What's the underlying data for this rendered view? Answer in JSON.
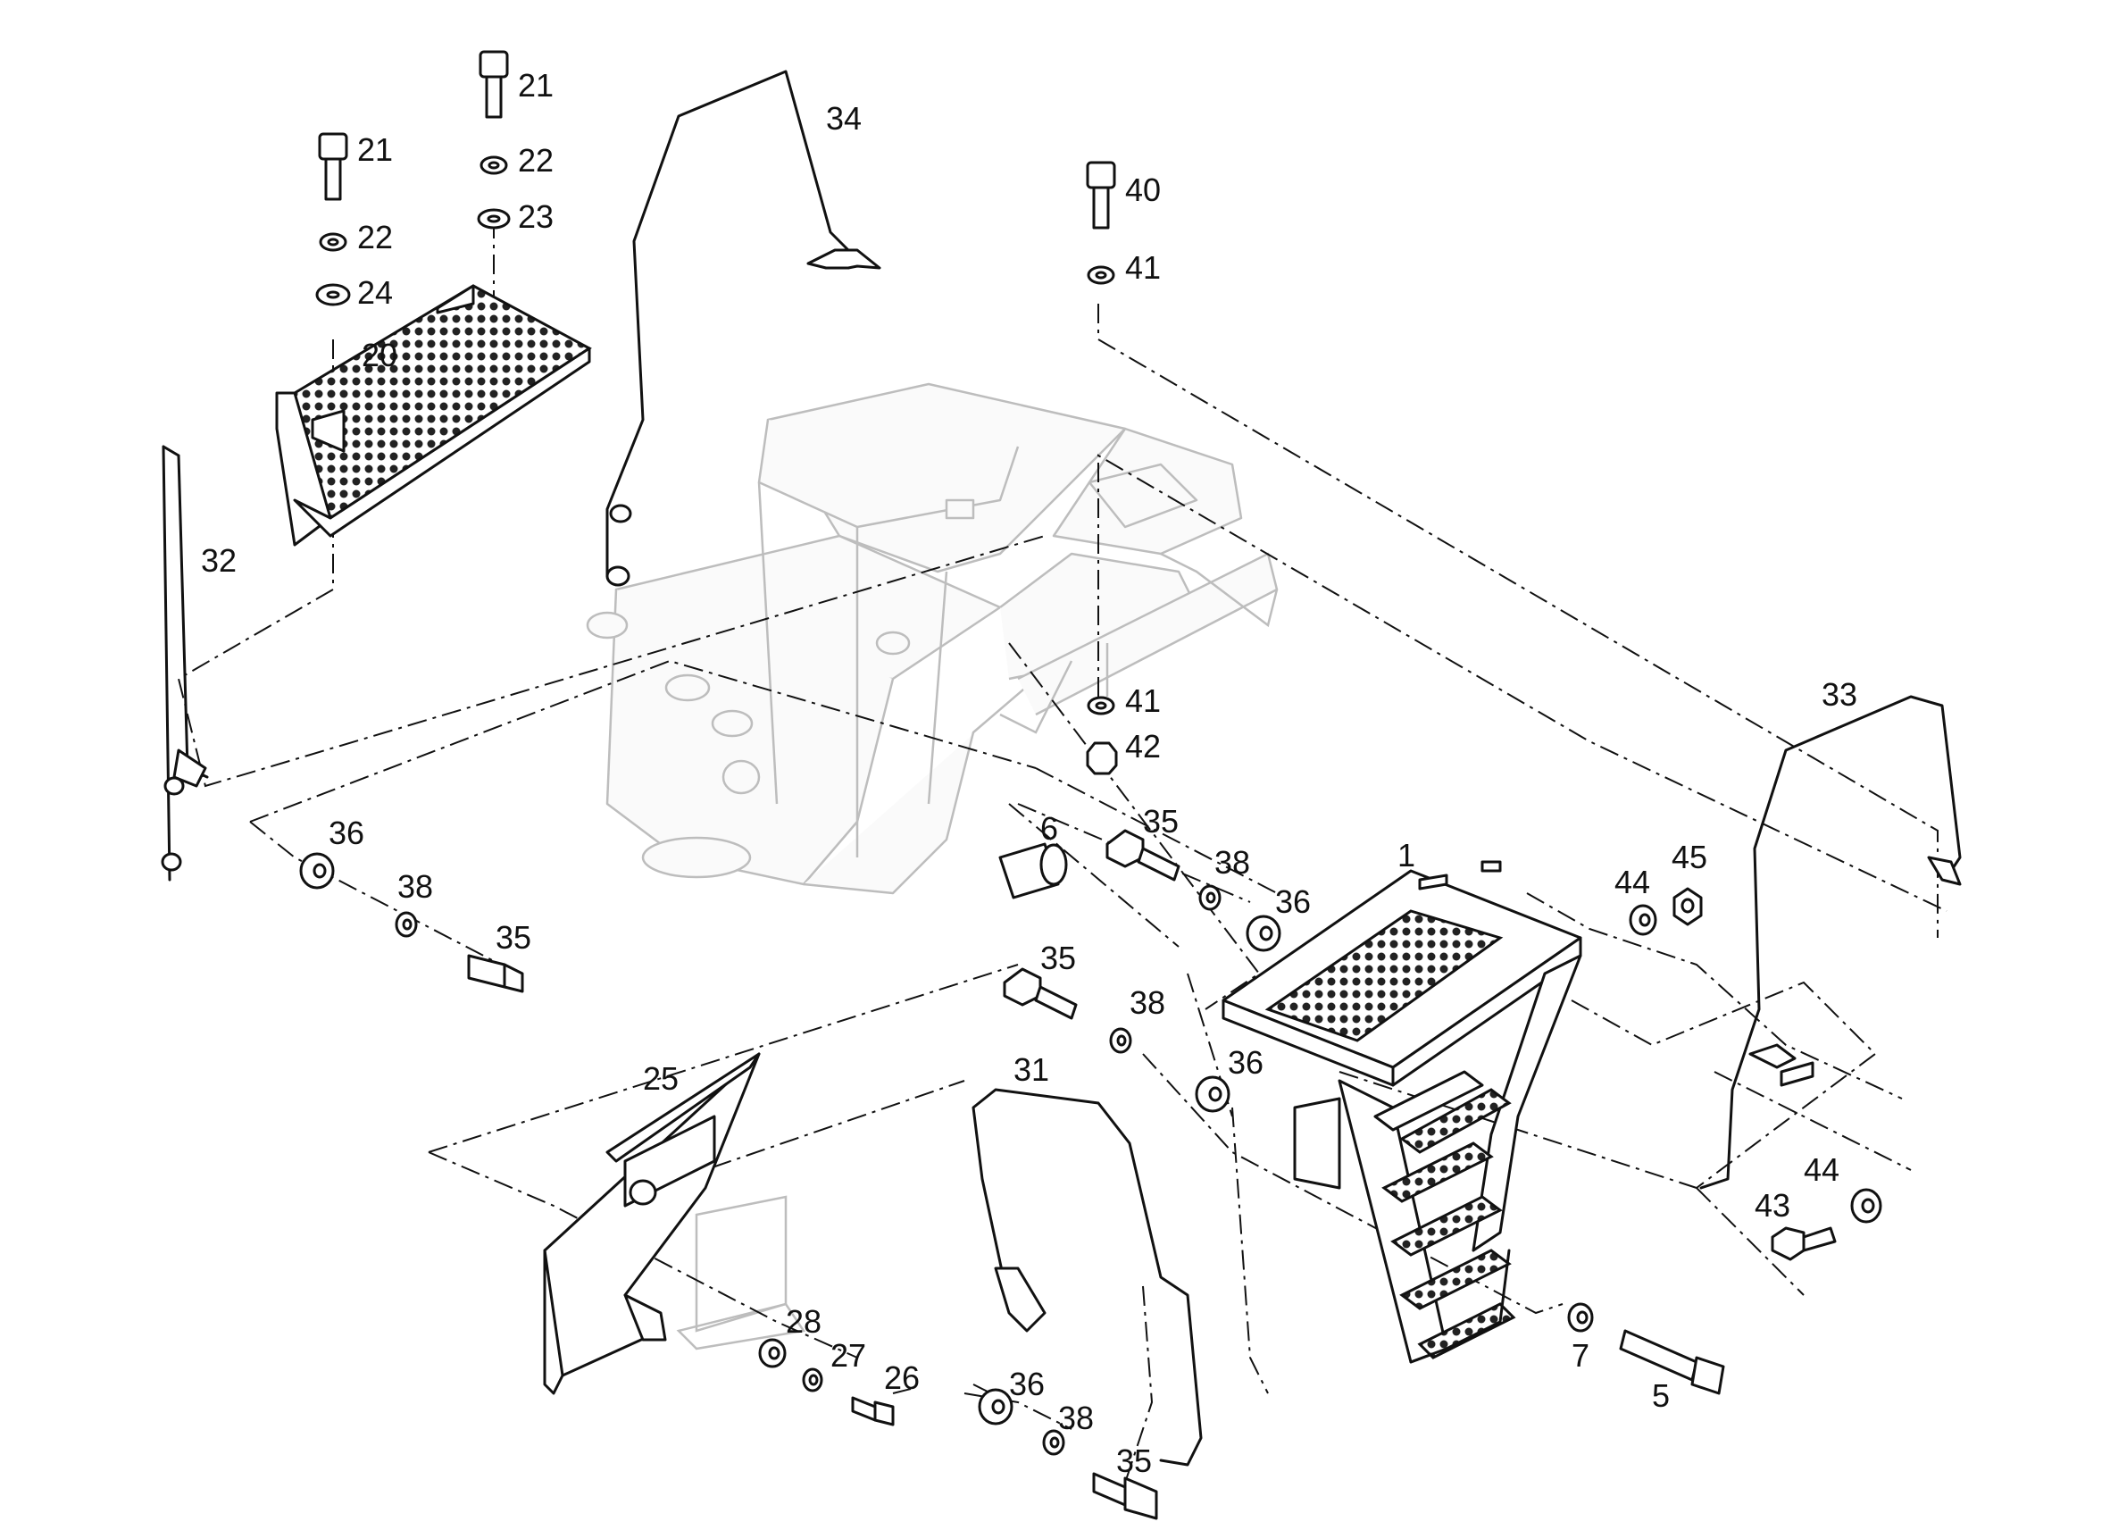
{
  "diagram": {
    "labels": [
      {
        "id": "lbl-21a",
        "text": "21"
      },
      {
        "id": "lbl-21b",
        "text": "21"
      },
      {
        "id": "lbl-22a",
        "text": "22"
      },
      {
        "id": "lbl-22b",
        "text": "22"
      },
      {
        "id": "lbl-23",
        "text": "23"
      },
      {
        "id": "lbl-24",
        "text": "24"
      },
      {
        "id": "lbl-20",
        "text": "20"
      },
      {
        "id": "lbl-34",
        "text": "34"
      },
      {
        "id": "lbl-40",
        "text": "40"
      },
      {
        "id": "lbl-41a",
        "text": "41"
      },
      {
        "id": "lbl-41b",
        "text": "41"
      },
      {
        "id": "lbl-42",
        "text": "42"
      },
      {
        "id": "lbl-32",
        "text": "32"
      },
      {
        "id": "lbl-33",
        "text": "33"
      },
      {
        "id": "lbl-36a",
        "text": "36"
      },
      {
        "id": "lbl-38a",
        "text": "38"
      },
      {
        "id": "lbl-35a",
        "text": "35"
      },
      {
        "id": "lbl-6",
        "text": "6"
      },
      {
        "id": "lbl-35b",
        "text": "35"
      },
      {
        "id": "lbl-38b",
        "text": "38"
      },
      {
        "id": "lbl-36b",
        "text": "36"
      },
      {
        "id": "lbl-1",
        "text": "1"
      },
      {
        "id": "lbl-44a",
        "text": "44"
      },
      {
        "id": "lbl-45",
        "text": "45"
      },
      {
        "id": "lbl-35c",
        "text": "35"
      },
      {
        "id": "lbl-38c",
        "text": "38"
      },
      {
        "id": "lbl-36c",
        "text": "36"
      },
      {
        "id": "lbl-25",
        "text": "25"
      },
      {
        "id": "lbl-31",
        "text": "31"
      },
      {
        "id": "lbl-28",
        "text": "28"
      },
      {
        "id": "lbl-27",
        "text": "27"
      },
      {
        "id": "lbl-26",
        "text": "26"
      },
      {
        "id": "lbl-36d",
        "text": "36"
      },
      {
        "id": "lbl-38d",
        "text": "38"
      },
      {
        "id": "lbl-35d",
        "text": "35"
      },
      {
        "id": "lbl-7",
        "text": "7"
      },
      {
        "id": "lbl-5",
        "text": "5"
      },
      {
        "id": "lbl-43",
        "text": "43"
      },
      {
        "id": "lbl-44b",
        "text": "44"
      }
    ]
  }
}
